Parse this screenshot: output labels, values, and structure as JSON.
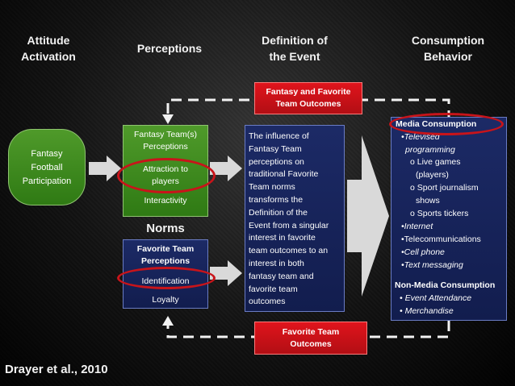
{
  "headers": {
    "attitude_activation": [
      "Attitude",
      "Activation"
    ],
    "perceptions": "Perceptions",
    "definition_of_event": [
      "Definition of",
      "the Event"
    ],
    "consumption_behavior": [
      "Consumption",
      "Behavior"
    ]
  },
  "fantasy_participation": [
    "Fantasy",
    "Football",
    "Participation"
  ],
  "fantasy_team_perceptions": {
    "title": [
      "Fantasy Team(s)",
      "Perceptions"
    ],
    "attraction": [
      "Attraction to",
      "players"
    ],
    "interactivity": "Interactivity"
  },
  "norms_label": "Norms",
  "favorite_team_perceptions": {
    "title": [
      "Favorite Team",
      "Perceptions"
    ],
    "identification": "Identification",
    "loyalty": "Loyalty"
  },
  "outcomes_top": [
    "Fantasy and Favorite",
    "Team Outcomes"
  ],
  "outcomes_bottom": [
    "Favorite Team",
    "Outcomes"
  ],
  "definition_text": [
    "The influence of",
    "Fantasy Team",
    "perceptions on",
    "traditional Favorite",
    "Team norms",
    "transforms the",
    "Definition of the",
    "Event from a singular",
    "interest in favorite",
    "team outcomes to an",
    "interest in both",
    "fantasy team and",
    "favorite team",
    "outcomes"
  ],
  "consumption": {
    "media_title": "Media Consumption",
    "media_items": [
      "•Televised",
      "programming",
      "o Live games",
      "(players)",
      "o Sport journalism",
      "shows",
      "o Sports tickers",
      "•Internet",
      "•Telecommunications",
      "•Cell phone",
      "•Text messaging"
    ],
    "non_media_title": "Non-Media Consumption",
    "non_media_items": [
      "• Event Attendance",
      "• Merchandise"
    ]
  },
  "citation": "Drayer et al., 2010",
  "colors": {
    "green": "#3e8a1e",
    "navy": "#16225a",
    "red": "#d0121a",
    "oval": "#c8141a"
  }
}
